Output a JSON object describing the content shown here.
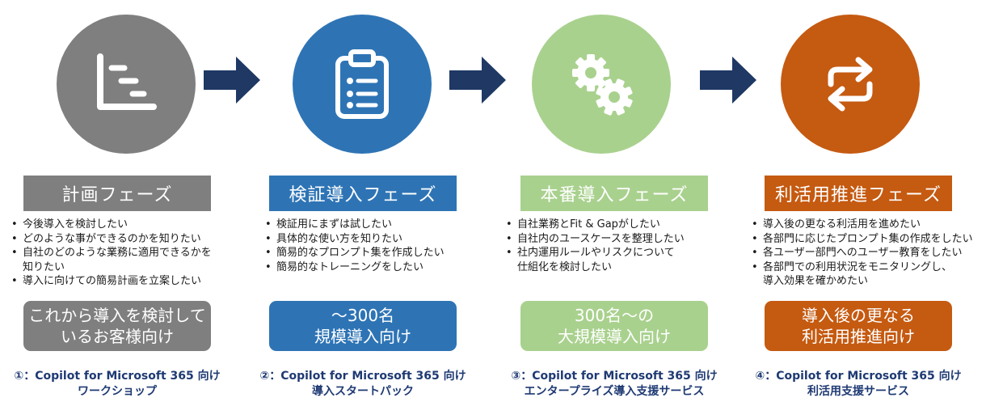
{
  "colors": {
    "plan": "#7f7f7f",
    "verify": "#2e74b5",
    "production": "#a9d18e",
    "promotion": "#c55a11",
    "arrow": "#1f3864",
    "service_text": "#1f3a73"
  },
  "phases": [
    {
      "icon": "timeline-chart-icon",
      "title": "計画フェーズ",
      "bullets": [
        "今後導入を検討したい",
        "どのような事ができるのかを知りたい",
        "自社のどのような業務に適用できるかを",
        "知りたい",
        "導入に向けての簡易計画を立案したい"
      ],
      "target": [
        "これから導入を検討して",
        "いるお客様向け"
      ],
      "service": [
        "①：Copilot for Microsoft 365 向け",
        "ワークショップ"
      ]
    },
    {
      "icon": "clipboard-list-icon",
      "title": "検証導入フェーズ",
      "bullets": [
        "検証用にまずは試したい",
        "具体的な使い方を知りたい",
        "簡易的なプロンプト集を作成したい",
        "簡易的なトレーニングをしたい"
      ],
      "target": [
        "～300名",
        "規模導入向け"
      ],
      "service": [
        "②：Copilot for Microsoft 365 向け",
        "導入スタートパック"
      ]
    },
    {
      "icon": "gears-icon",
      "title": "本番導入フェーズ",
      "bullets": [
        "自社業務とFit & Gapがしたい",
        "自社内のユースケースを整理したい",
        "社内運用ルールやリスクについて",
        "仕組化を検討したい"
      ],
      "target": [
        "300名～の",
        "大規模導入向け"
      ],
      "service": [
        "③：Copilot for Microsoft 365 向け",
        "エンタープライズ導入支援サービス"
      ]
    },
    {
      "icon": "cycle-arrows-icon",
      "title": "利活用推進フェーズ",
      "bullets": [
        "導入後の更なる利活用を進めたい",
        "各部門に応じたプロンプト集の作成をしたい",
        "各ユーザー部門へのユーザー教育をしたい",
        "各部門での利用状況をモニタリングし、",
        "導入効果を確かめたい"
      ],
      "target": [
        "導入後の更なる",
        "利活用推進向け"
      ],
      "service": [
        "④：Copilot for Microsoft 365 向け",
        "利活用支援サービス"
      ]
    }
  ]
}
